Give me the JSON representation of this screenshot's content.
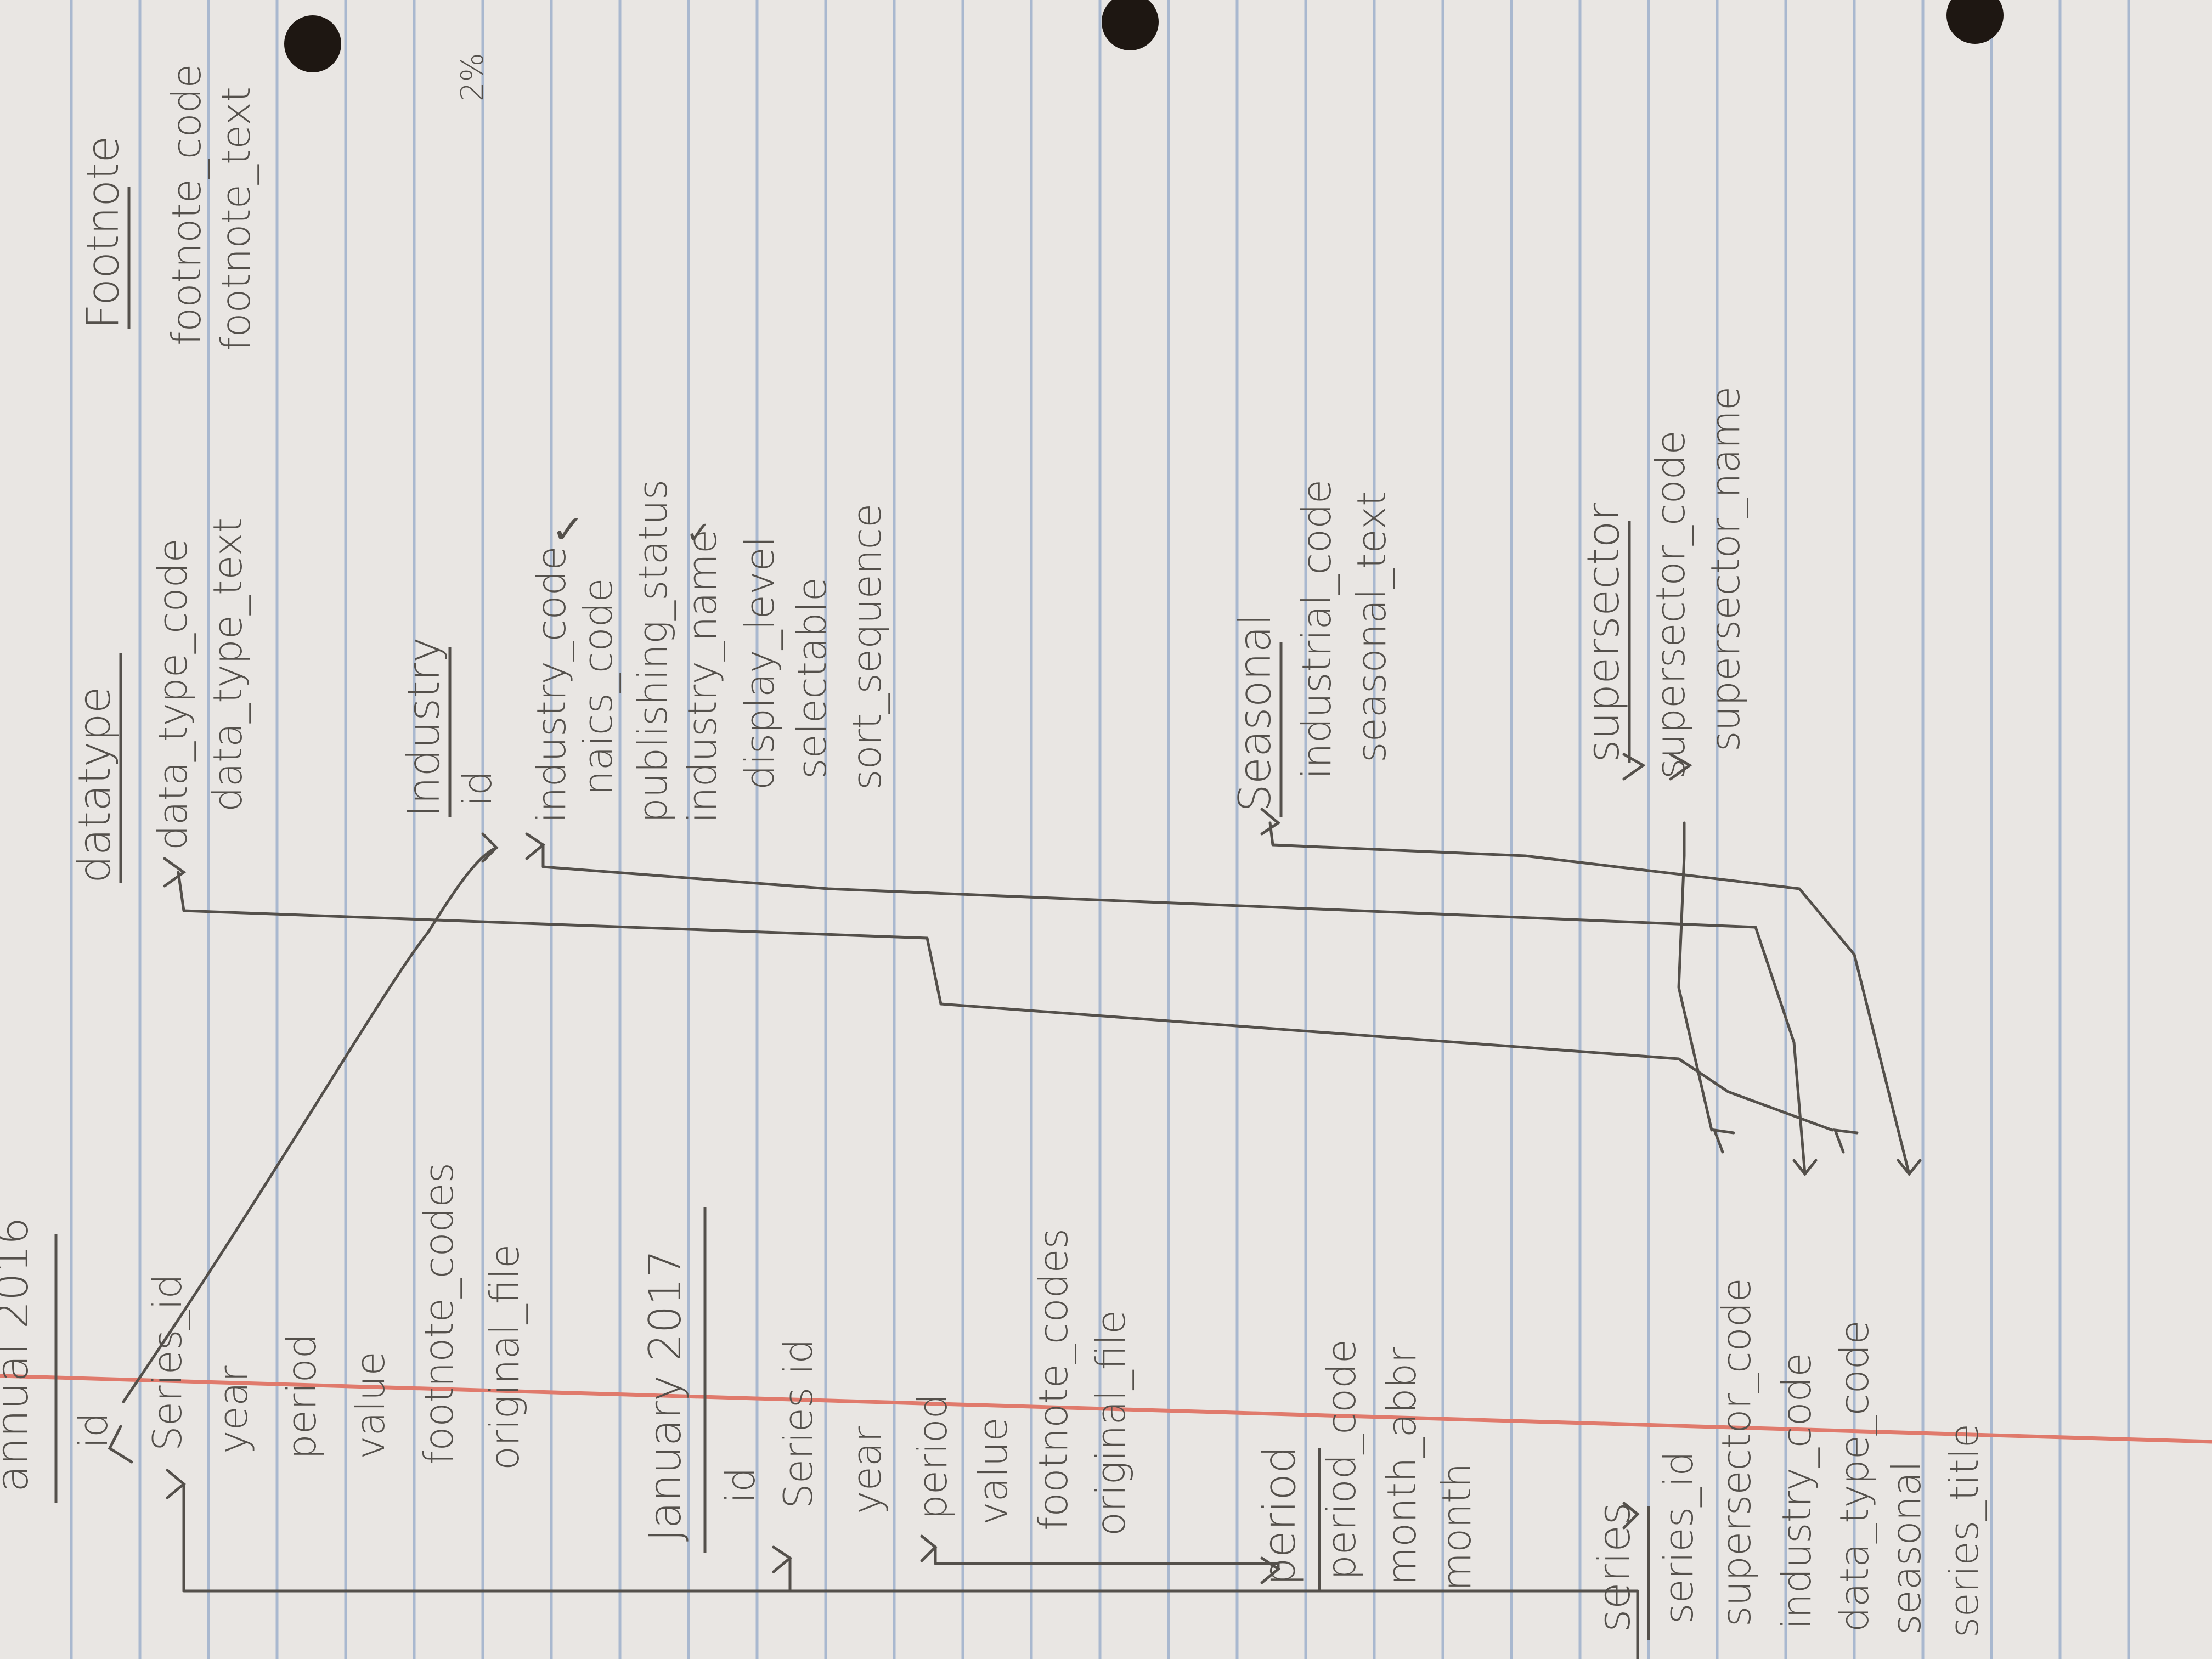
{
  "tables": {
    "annual": {
      "title": "annual 2016",
      "fields": [
        "id",
        "Series_id",
        "year",
        "period",
        "value",
        "footnote_codes",
        "original_file"
      ]
    },
    "january": {
      "title": "January 2017",
      "fields": [
        "id",
        "Series id",
        "year",
        "period",
        "value",
        "footnote_codes",
        "original_file"
      ]
    },
    "period": {
      "title": "period",
      "fields": [
        "period_code",
        "month_abbr",
        "month"
      ]
    },
    "series": {
      "title": "series",
      "fields": [
        "series_id",
        "supersector_code",
        "industry_code",
        "data_type_code",
        "seasonal",
        "series_title"
      ]
    },
    "datatype": {
      "title": "datatype",
      "fields": [
        "data_type_code",
        "data_type_text"
      ]
    },
    "industry": {
      "title": "Industry",
      "fields": [
        "id",
        "industry_code",
        "naics_code",
        "publishing_status",
        "industry_name",
        "display_level",
        "selectable",
        "sort_sequence"
      ]
    },
    "seasonal": {
      "title": "Seasonal",
      "fields": [
        "industrial_code",
        "seasonal_text"
      ]
    },
    "supersector": {
      "title": "supersector",
      "fields": [
        "supersector_code",
        "supersector_name"
      ]
    },
    "footnote": {
      "title": "Footnote",
      "fields": [
        "footnote_code",
        "footnote_text"
      ]
    }
  },
  "margin_note": "2%",
  "colors": {
    "paper": "#e9e6e3",
    "rule_lines": "#9fb1cc",
    "margin_line": "#e07a6c",
    "pencil": "#54504b",
    "desk": "#2d2219"
  }
}
